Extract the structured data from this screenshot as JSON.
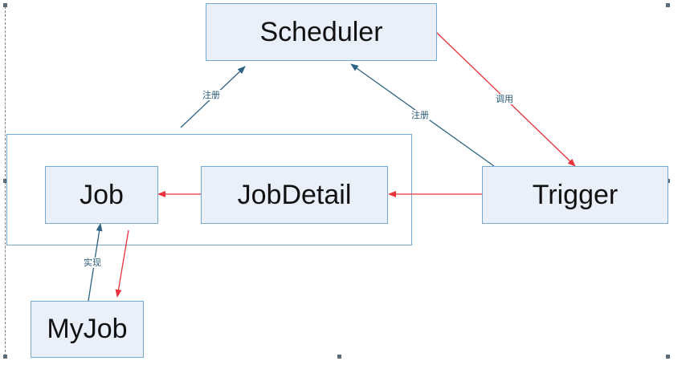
{
  "nodes": {
    "scheduler": "Scheduler",
    "job": "Job",
    "jobdetail": "JobDetail",
    "trigger": "Trigger",
    "myjob": "MyJob"
  },
  "edges": {
    "job_group_to_scheduler": "注册",
    "trigger_to_scheduler": "注册",
    "scheduler_to_trigger": "调用",
    "myjob_to_job": "实现",
    "trigger_to_jobdetail": "",
    "jobdetail_to_job": "",
    "job_to_myjob": ""
  },
  "colors": {
    "node_fill": "#e9f0fa",
    "node_border": "#76a9cf",
    "blue_arrow": "#2e6283",
    "red_arrow": "#e8333a"
  }
}
